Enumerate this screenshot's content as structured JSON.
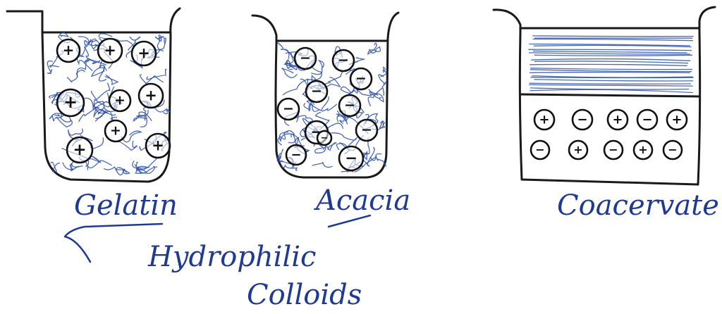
{
  "beakers": [
    {
      "id": "gelatin",
      "label": "Gelatin",
      "particle_charge": "+",
      "particle_count": 9
    },
    {
      "id": "acacia",
      "label": "Acacia",
      "particle_charge": "−",
      "particle_count": 11
    },
    {
      "id": "coacervate",
      "label": "Coacervate",
      "row1": [
        "+",
        "−",
        "+",
        "−",
        "+"
      ],
      "row2": [
        "−",
        "+",
        "−",
        "+",
        "−"
      ]
    }
  ],
  "caption": {
    "line1": "Hydrophilic",
    "line2": "Colloids"
  },
  "colors": {
    "ink": "#1a1a1a",
    "pen": "#1f3a93",
    "scribble": "#2b4fa8"
  }
}
